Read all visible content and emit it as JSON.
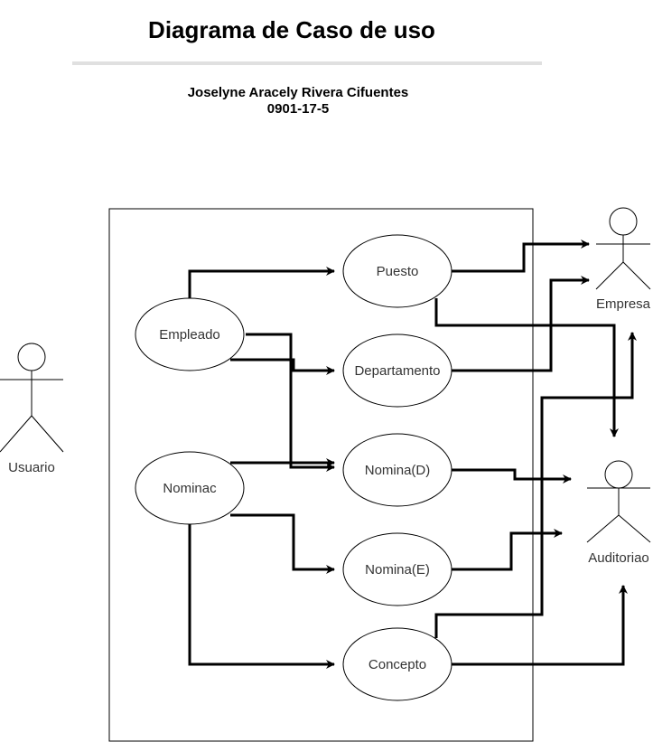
{
  "title": "Diagrama de Caso de uso",
  "author": {
    "name": "Joselyne Aracely Rivera Cifuentes",
    "id": "0901-17-5"
  },
  "actors": {
    "usuario": "Usuario",
    "empresa": "Empresa",
    "auditoria": "Auditoriao"
  },
  "use_cases": {
    "empleado": "Empleado",
    "nominac": "Nominac",
    "puesto": "Puesto",
    "departamento": "Departamento",
    "nomina_d": "Nomina(D)",
    "nomina_e": "Nomina(E)",
    "concepto": "Concepto"
  }
}
